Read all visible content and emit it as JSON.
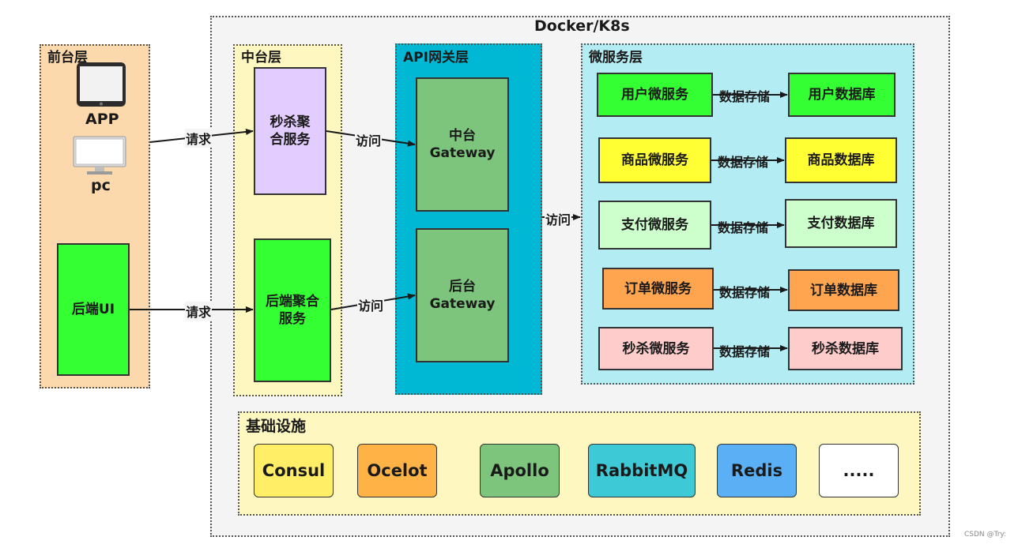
{
  "docker": {
    "title": "Docker/K8s"
  },
  "frontend": {
    "title": "前台层",
    "app_label": "APP",
    "pc_label": "pc",
    "backend_ui": "后端UI"
  },
  "middle": {
    "title": "中台层",
    "seckill_agg": "秒杀聚合服务",
    "seckill_agg_lines": [
      "秒杀聚",
      "合服务"
    ],
    "backend_agg": "后端聚合服务",
    "backend_agg_lines": [
      "后端聚合",
      "服务"
    ]
  },
  "gateway": {
    "title": "API网关层",
    "middle_gw_lines": [
      "中台",
      "Gateway"
    ],
    "backend_gw_lines": [
      "后台",
      "Gateway"
    ]
  },
  "microservices": {
    "title": "微服务层",
    "storage_label": "数据存储",
    "rows": [
      {
        "service": "用户微服务",
        "db": "用户数据库",
        "color": "#33ff33"
      },
      {
        "service": "商品微服务",
        "db": "商品数据库",
        "color": "#ffff33"
      },
      {
        "service": "支付微服务",
        "db": "支付数据库",
        "color": "#ccffcc"
      },
      {
        "service": "订单微服务",
        "db": "订单数据库",
        "color": "#ffa54f"
      },
      {
        "service": "秒杀微服务",
        "db": "秒杀数据库",
        "color": "#ffcccc"
      }
    ]
  },
  "edges": {
    "request": "请求",
    "visit": "访问"
  },
  "infrastructure": {
    "title": "基础设施",
    "items": [
      {
        "name": "Consul",
        "color": "#ffee66"
      },
      {
        "name": "Ocelot",
        "color": "#ffb347"
      },
      {
        "name": "Apollo",
        "color": "#7dc47d"
      },
      {
        "name": "RabbitMQ",
        "color": "#3ec9d6"
      },
      {
        "name": "Redis",
        "color": "#5aaff5"
      },
      {
        "name": ".....",
        "color": "#ffffff"
      }
    ]
  },
  "watermark": "CSDN @Try:"
}
